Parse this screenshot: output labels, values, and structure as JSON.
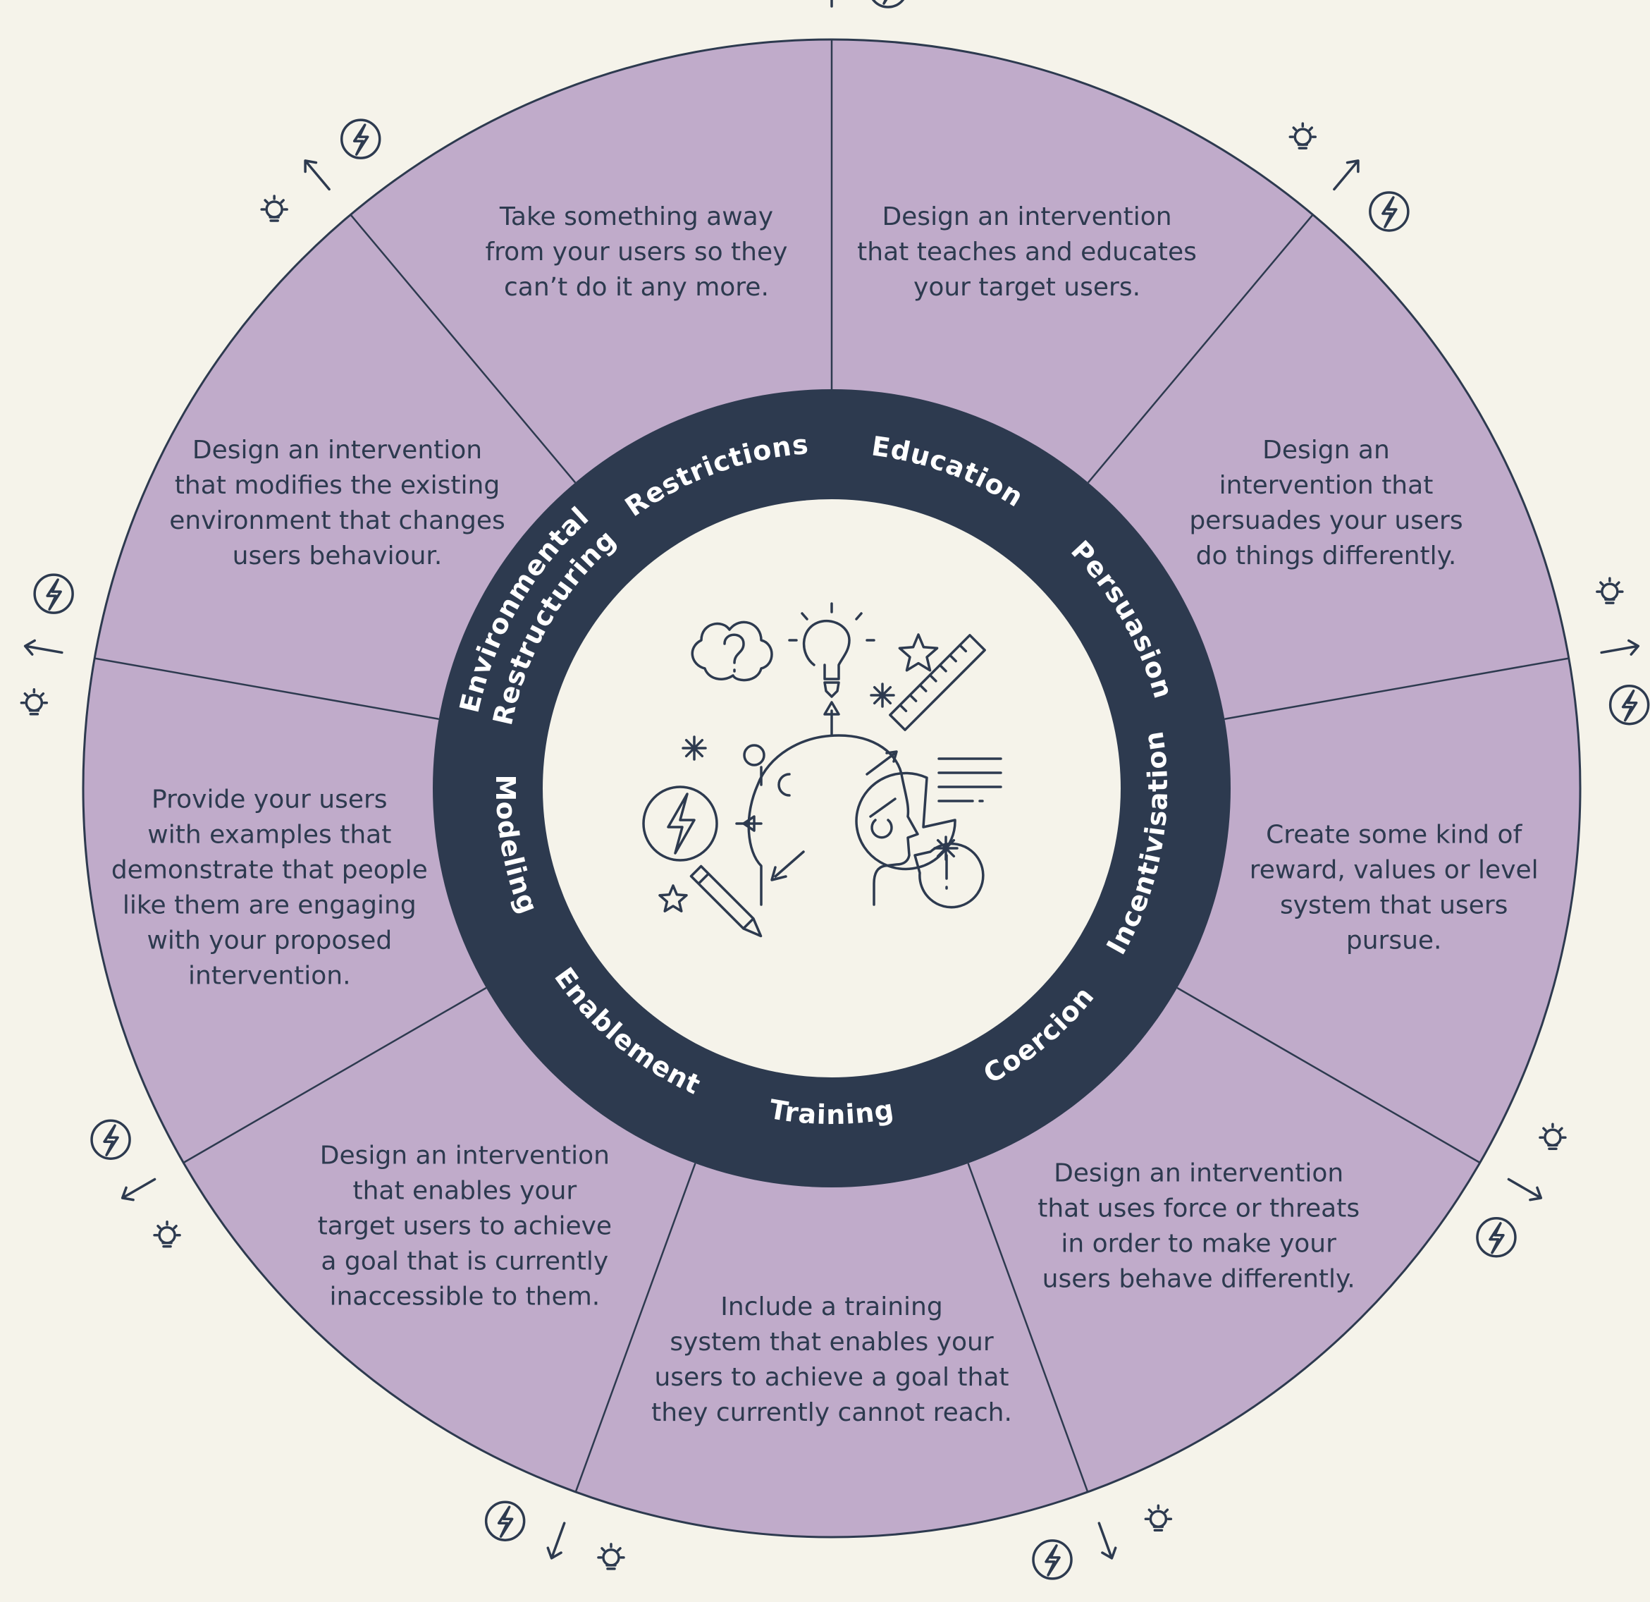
{
  "colors": {
    "background": "#f5f3ea",
    "segment_fill": "#c0abca",
    "ring_fill": "#2d3a4f",
    "center_fill": "#f5f3ea",
    "text": "#2d3a4f",
    "ring_text": "#ffffff"
  },
  "center_icon": "brain-ideas-illustration",
  "indicator_icons": [
    "lightbulb-icon",
    "arrow-icon",
    "lightning-icon"
  ],
  "segments": [
    {
      "label": "Education",
      "description": [
        "Design an intervention",
        "that teaches and educates",
        "your target users."
      ],
      "indicator": "up"
    },
    {
      "label": "Persuasion",
      "description": [
        "Design an",
        "intervention that",
        "persuades your users",
        "do things differently."
      ],
      "indicator": "up"
    },
    {
      "label": "Incentivisation",
      "description": [
        "Create some kind of",
        "reward, values or level",
        "system that users",
        "pursue."
      ],
      "indicator": "up"
    },
    {
      "label": "Coercion",
      "description": [
        "Design an intervention",
        "that uses force or threats",
        "in order to make your",
        "users behave differently."
      ],
      "indicator": "down"
    },
    {
      "label": "Training",
      "description": [
        "Include a training",
        "system that enables your",
        "users to achieve a goal that",
        "they currently cannot reach."
      ],
      "indicator": "down"
    },
    {
      "label": "Enablement",
      "description": [
        "Design an intervention",
        "that enables your",
        "target users to achieve",
        "a goal that is currently",
        "inaccessible to them."
      ],
      "indicator": "down"
    },
    {
      "label": "Modeling",
      "description": [
        "Provide your users",
        "with examples that",
        "demonstrate that people",
        "like them are engaging",
        "with your proposed",
        "intervention."
      ],
      "indicator": "down"
    },
    {
      "label": "Environmental Restructuring",
      "label_lines": [
        "Environmental",
        "Restructuring"
      ],
      "description": [
        "Design an intervention",
        "that modifies the existing",
        "environment that changes",
        "users behaviour."
      ],
      "indicator": "up"
    },
    {
      "label": "Restrictions",
      "description": [
        "Take something away",
        "from your users so they",
        "can’t do it any more."
      ],
      "indicator": "up"
    }
  ]
}
